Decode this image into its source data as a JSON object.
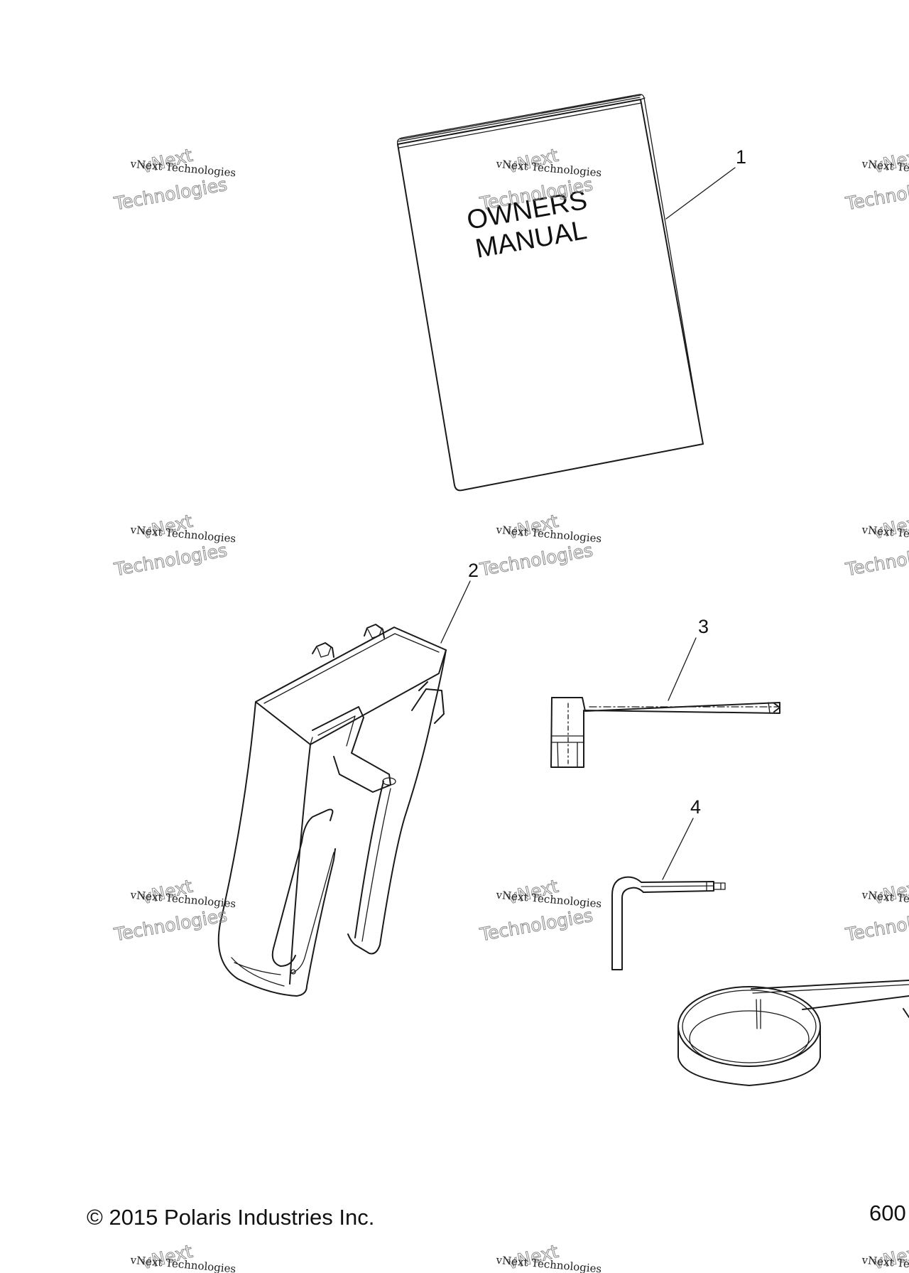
{
  "manual_cover": {
    "line1": "OWNERS",
    "line2": "MANUAL"
  },
  "callouts": [
    "1",
    "2",
    "3",
    "4"
  ],
  "watermark": {
    "small": "vNext Technologies",
    "large": "Technologies",
    "arc": "vNext"
  },
  "footer": {
    "copyright": "© 2015 Polaris Industries Inc.",
    "page_number": "600"
  }
}
